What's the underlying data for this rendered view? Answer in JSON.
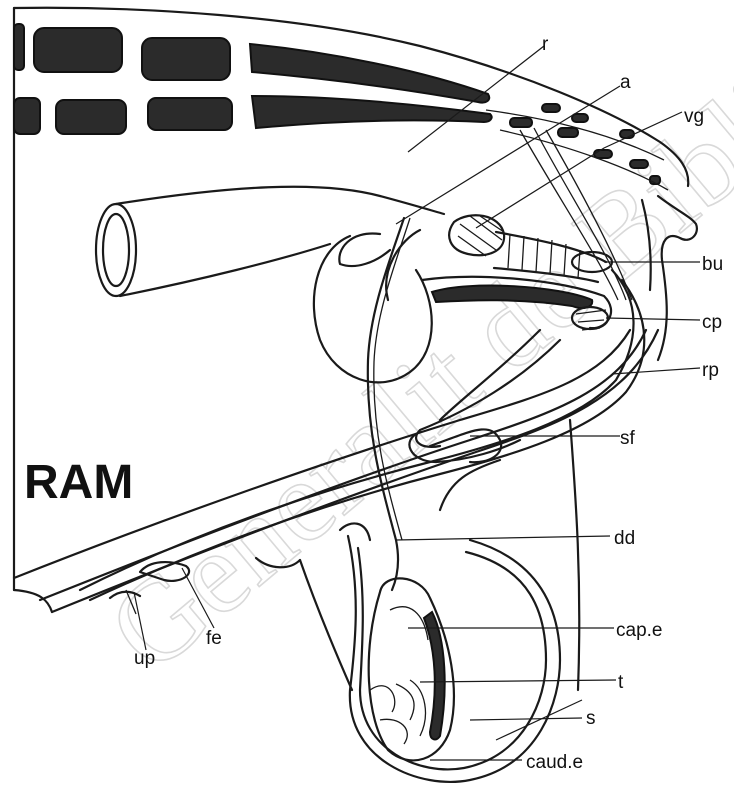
{
  "title": "RAM",
  "watermark": "Generalit de Biblioteca",
  "colors": {
    "ink": "#1a1a1a",
    "watermark": "#d9d9d9",
    "background": "#ffffff"
  },
  "labels": {
    "r": "r",
    "a": "a",
    "vg": "vg",
    "bu": "bu",
    "cp": "cp",
    "rp": "rp",
    "sf": "sf",
    "dd": "dd",
    "cap_e": "cap.e",
    "t": "t",
    "s": "s",
    "caud_e": "caud.e",
    "up": "up",
    "fe": "fe"
  }
}
